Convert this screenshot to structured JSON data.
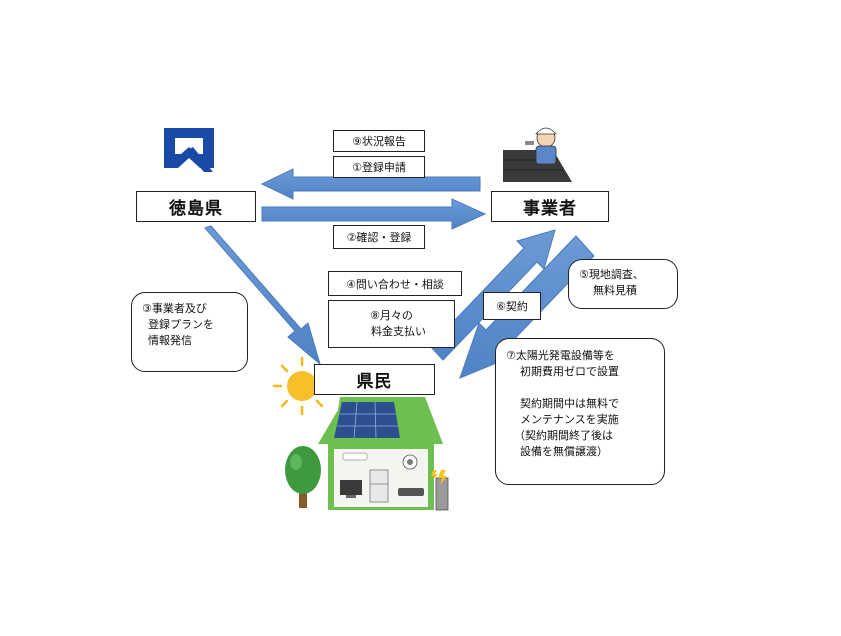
{
  "actors": {
    "prefecture": "徳島県",
    "operator": "事業者",
    "residents": "県民"
  },
  "steps": {
    "s9": "⑨状況報告",
    "s1": "①登録申請",
    "s2": "②確認・登録",
    "s4": "④問い合わせ・相談",
    "s8": [
      "⑧月々の",
      "料金支払い"
    ],
    "s6": "⑥契約",
    "s5": [
      "⑤現地調査、",
      "無料見積"
    ],
    "s3": [
      "③事業者及び",
      "登録プランを",
      "情報発信"
    ],
    "s7": [
      "⑦太陽光発電設備等を",
      "初期費用ゼロで設置",
      "",
      "契約期間中は無料で",
      "メンテナンスを実施",
      "（契約期間終了後は",
      "設備を無償譲渡）"
    ]
  },
  "colors": {
    "arrow": "#5b8fd0",
    "arrow_edge": "#4a7bbd",
    "logo": "#1a4aa8",
    "roof": "#6dbf50",
    "panel": "#2d4f8f",
    "sun": "#f5b818"
  },
  "icons": [
    "prefecture-logo-icon",
    "worker-icon",
    "house-icon",
    "sun-icon",
    "tree-icon"
  ]
}
